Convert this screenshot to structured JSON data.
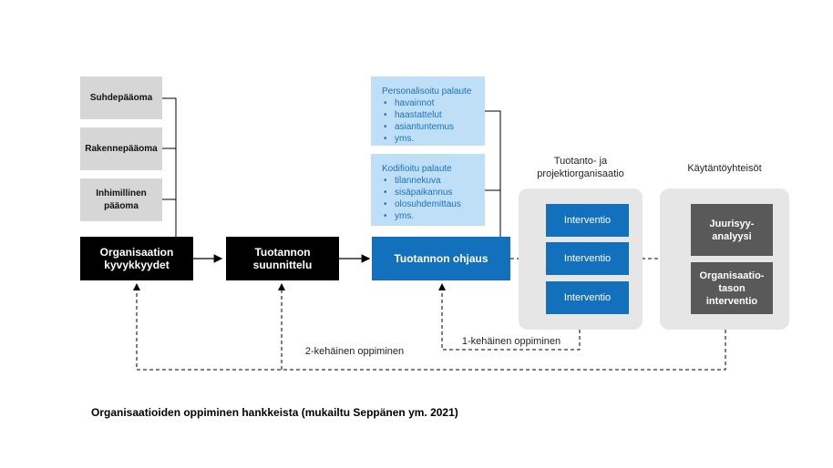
{
  "capital_boxes": [
    {
      "label": "Suhdepääoma"
    },
    {
      "label": "Rakennepääoma"
    },
    {
      "label": "Inhimillinen pääoma"
    }
  ],
  "main_flow": {
    "capabilities": "Organisaation kyvykkyydet",
    "planning": "Tuotannon suunnittelu",
    "control": "Tuotannon ohjaus"
  },
  "feedback": {
    "personalized": {
      "title": "Personalisoitu palaute",
      "items": [
        "havainnot",
        "haastattelut",
        "asiantuntemus",
        "yms."
      ]
    },
    "codified": {
      "title": "Kodifioitu palaute",
      "items": [
        "tilannekuva",
        "sisäpaikannus",
        "olosuhdemittaus",
        "yms."
      ]
    }
  },
  "production_org": {
    "title": "Tuotanto- ja projektiorganisaatio",
    "interventions": [
      "Interventio",
      "Interventio",
      "Interventio"
    ]
  },
  "practice_communities": {
    "title": "Käytäntöyhteisöt",
    "items": [
      "Juurisyy-analyysi",
      "Organisaatio-tason interventio"
    ]
  },
  "learning": {
    "loop1": "1-kehäinen oppiminen",
    "loop2": "2-kehäinen oppiminen"
  },
  "caption": "Organisaatioiden oppiminen hankkeista (mukailtu Seppänen ym. 2021)"
}
